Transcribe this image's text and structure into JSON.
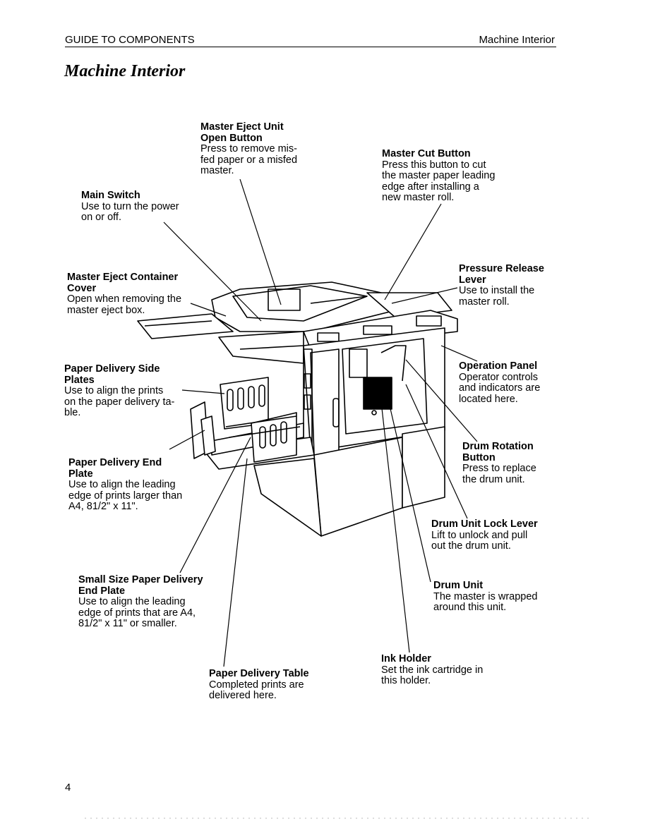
{
  "header": {
    "section": "GUIDE TO COMPONENTS",
    "topic": "Machine Interior"
  },
  "title": "Machine Interior",
  "callouts": {
    "master_eject_unit": {
      "name": "Master Eject Unit\nOpen Button",
      "desc": "Press to remove mis-\nfed paper or a misfed\nmaster."
    },
    "master_cut": {
      "name": "Master Cut Button",
      "desc": "Press this button to cut\nthe master paper leading\nedge after installing a\nnew master roll."
    },
    "main_switch": {
      "name": "Main Switch",
      "desc": "Use to turn the power\non or off."
    },
    "master_eject_container": {
      "name": "Master Eject Container\nCover",
      "desc": "Open when removing the\nmaster eject box."
    },
    "pressure_release": {
      "name": "Pressure Release\nLever",
      "desc": "Use to install the\nmaster roll."
    },
    "paper_delivery_side": {
      "name": "Paper Delivery Side\nPlates",
      "desc": "Use to align the prints\non the paper delivery ta-\nble."
    },
    "operation_panel": {
      "name": "Operation Panel",
      "desc": "Operator controls\nand indicators are\nlocated here."
    },
    "paper_delivery_end": {
      "name": "Paper Delivery End\nPlate",
      "desc": "Use to align the leading\nedge of prints larger than\nA4, 81/2\" x 11\"."
    },
    "drum_rotation": {
      "name": "Drum Rotation\nButton",
      "desc": "Press to replace\nthe drum unit."
    },
    "drum_unit_lock": {
      "name": "Drum Unit Lock Lever",
      "desc": "Lift to unlock and pull\nout the drum unit."
    },
    "drum_unit": {
      "name": "Drum Unit",
      "desc": "The master is wrapped\naround this unit."
    },
    "small_size_end": {
      "name": "Small Size Paper Delivery\nEnd Plate",
      "desc": "Use to align the leading\nedge of prints that are A4,\n81/2\" x 11\" or smaller."
    },
    "ink_holder": {
      "name": "Ink Holder",
      "desc": "Set the ink cartridge in\nthis holder."
    },
    "paper_delivery_table": {
      "name": "Paper Delivery Table",
      "desc": "Completed prints are\ndelivered here."
    }
  },
  "page_number": "4"
}
